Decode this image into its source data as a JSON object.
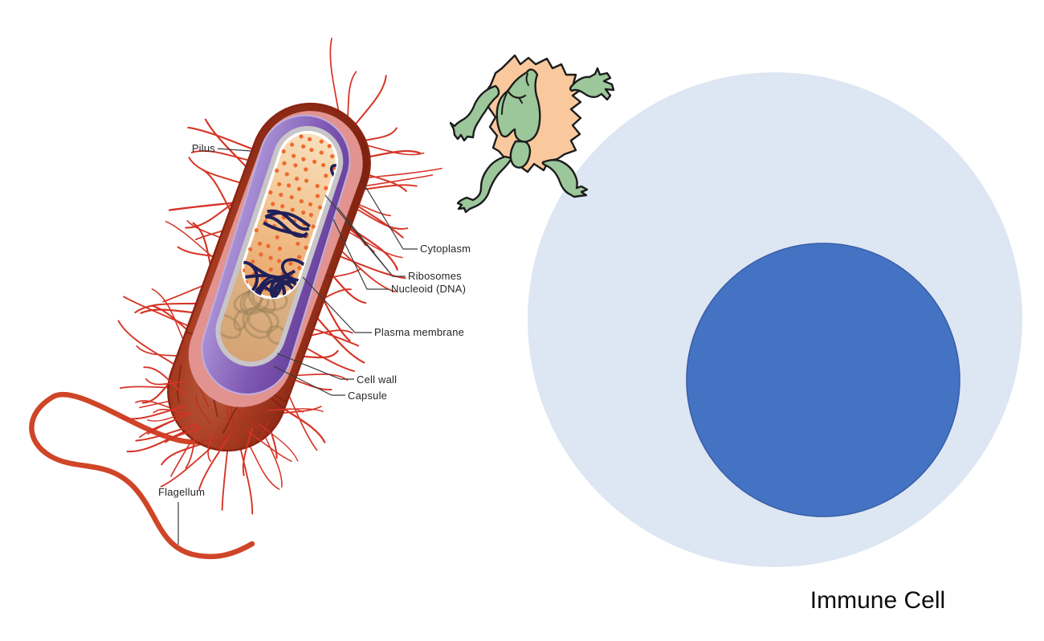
{
  "bacterium": {
    "name": "Bacterium cutaway diagram",
    "labels": {
      "pilus": "Pilus",
      "cytoplasm": "Cytoplasm",
      "ribosomes": "Ribosomes",
      "nucleoid": "Nucleoid (DNA)",
      "plasma_membrane": "Plasma membrane",
      "cell_wall": "Cell wall",
      "capsule": "Capsule",
      "flagellum": "Flagellum"
    },
    "colors": {
      "body_light": "#bd5f43",
      "body": "#a83c22",
      "body_dark": "#7e2210",
      "capsule_edge": "#8a2512",
      "cell_wall_pink": "#e2938f",
      "plasma_membrane_light": "#a78fd4",
      "plasma_membrane_dark": "#6b449f",
      "plasma_membrane_rim": "#bfaede",
      "membrane_grey": "#c8c5ca",
      "cytoplasm_light": "#f8e0bc",
      "cytoplasm_dark": "#e9a468",
      "cytoplasm_muted_light": "#ecd0a9",
      "cytoplasm_muted_dark": "#d5a373",
      "ribosome": "#ed6a2e",
      "nucleoid": "#20205a",
      "ghost_dna": "#9a8258",
      "pili": "#d63426",
      "texture": "#b92f1d",
      "flagellum": "#cf4527",
      "leader_line": "#3b3b3b",
      "label_text": "#262626"
    }
  },
  "pathogen": {
    "name": "Germ cartoon",
    "colors": {
      "mane": "#f9c89c",
      "skin": "#9cc79a",
      "outline": "#1c1c1c"
    }
  },
  "immune_cell": {
    "label": "Immune Cell",
    "colors": {
      "outer": "#dde6f3",
      "inner": "#4573c4",
      "inner_border": "#3a5fa8",
      "label_text": "#0d0d0d"
    }
  }
}
